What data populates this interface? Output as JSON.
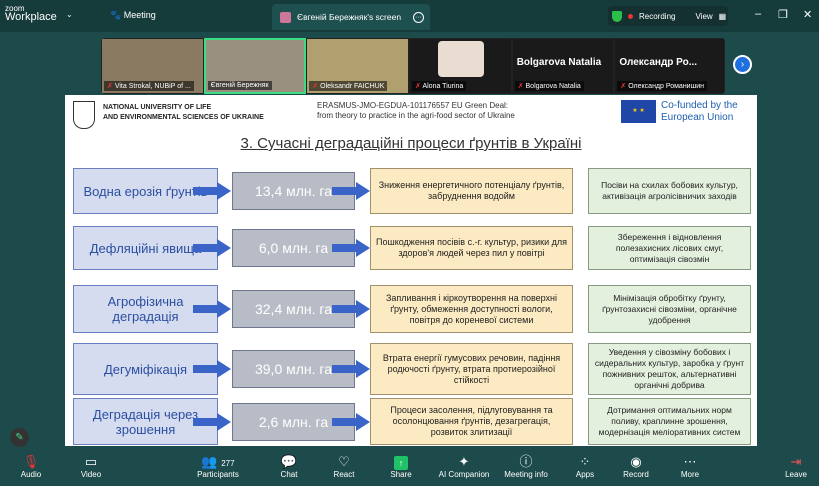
{
  "app": {
    "brand_top": "zoom",
    "brand": "Workplace",
    "menu": "Meeting",
    "screen_tab": "Євгеній Бережняк's screen",
    "recording": "Recording",
    "view": "View"
  },
  "participants": [
    {
      "name": "Vita Strokal, NUBiP of ..."
    },
    {
      "name": "Євгеній Бережняк"
    },
    {
      "name": "Oleksandr FAICHUK"
    },
    {
      "name": "Alona Tiurina"
    },
    {
      "name": "Bolgarova Natalia",
      "big": "Bolgarova Natalia"
    },
    {
      "name": "Олександр Романишин",
      "big": "Олександр Ро..."
    }
  ],
  "slide": {
    "university": [
      "NATIONAL UNIVERSITY OF LIFE",
      "AND ENVIRONMENTAL SCIENCES OF UKRAINE"
    ],
    "project": [
      "ERASMUS-JMO-EGDUA-101176557 EU Green Deal:",
      "from theory to practice in the agri-food sector of Ukraine"
    ],
    "cofunded": [
      "Co-funded by the",
      "European Union"
    ],
    "title": "3. Сучасні деградаційні процеси ґрунтів в Україні",
    "rows": [
      {
        "process": "Водна ерозія ґрунтів",
        "area": "13,4 млн. га",
        "effect": "Зниження енергетичного потенціалу ґрунтів, забруднення водойм",
        "measure": "Посіви на схилах бобових культур, активізація агролісівничих заходів"
      },
      {
        "process": "Дефляційні явища",
        "area": "6,0 млн. га",
        "effect": "Пошкодження посівів с.-г. культур, ризики для здоров'я людей через пил у повітрі",
        "measure": "Збереження і відновлення полезахисних лісових смуг, оптимізація сівозмін"
      },
      {
        "process": "Агрофізична деградація",
        "area": "32,4 млн. га",
        "effect": "Запливання і кіркоутворення на поверхні ґрунту, обмеження доступності вологи, повітря до кореневої системи",
        "measure": "Мінімізація обробітку ґрунту, ґрунтозахисні сівозміни, органічне удобрення"
      },
      {
        "process": "Дегуміфікація",
        "area": "39,0 млн. га",
        "effect": "Втрата енергії гумусових речовин, падіння родючості ґрунту, втрата протиерозійної стійкості",
        "measure": "Уведення у сівозміну бобових і сидеральних культур, заробка у ґрунт пожнивних решток, альтернативні органічні добрива"
      },
      {
        "process": "Деградація через зрошення",
        "area": "2,6 млн. га",
        "effect": "Процеси засолення, підлуговування та осолонцювання ґрунтів, дезагрегація, розвиток злитизації",
        "measure": "Дотримання оптимальних норм поливу, краплинне зрошення, модернізація меліоративних систем"
      }
    ]
  },
  "toolbar": {
    "audio": "Audio",
    "video": "Video",
    "participants": "Participants",
    "participants_count": "277",
    "chat": "Chat",
    "react": "React",
    "share": "Share",
    "ai": "AI Companion",
    "info": "Meeting info",
    "apps": "Apps",
    "record": "Record",
    "more": "More",
    "leave": "Leave"
  }
}
